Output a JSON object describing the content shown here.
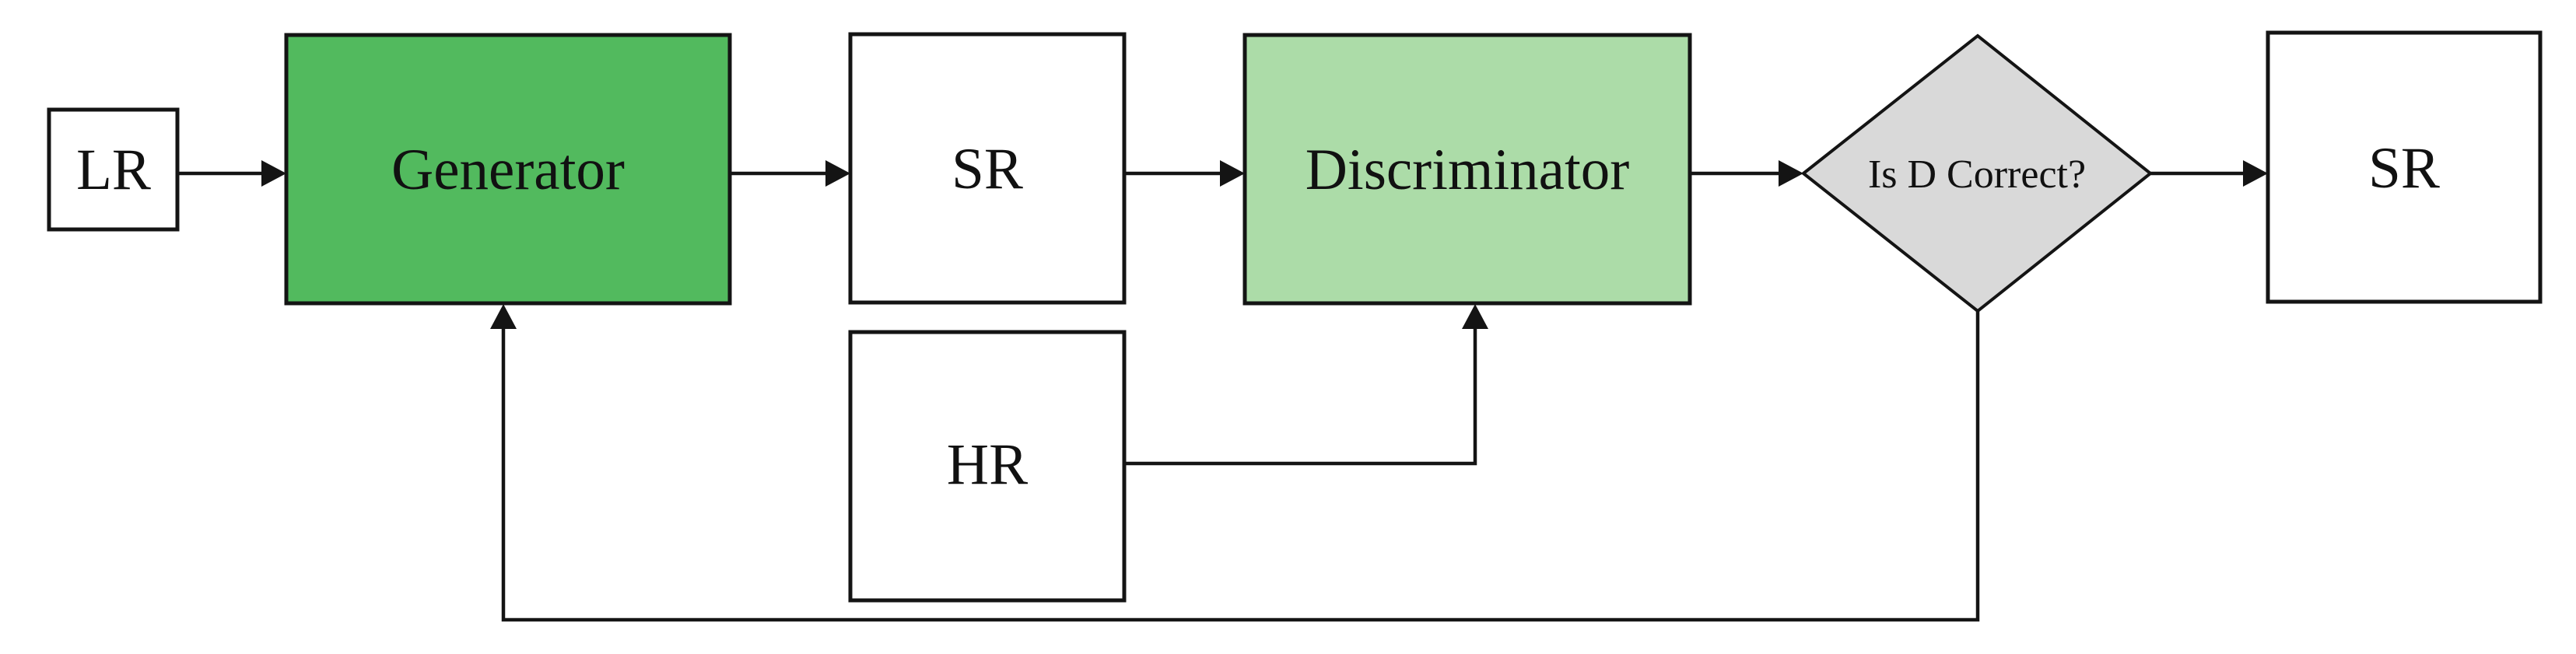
{
  "diagram": {
    "nodes": {
      "lr": {
        "label": "LR"
      },
      "generator": {
        "label": "Generator"
      },
      "sr_generated": {
        "label": "SR"
      },
      "hr": {
        "label": "HR"
      },
      "discriminator": {
        "label": "Discriminator"
      },
      "decision": {
        "label": "Is D Correct?"
      },
      "sr_output": {
        "label": "SR"
      }
    },
    "colors": {
      "generator_fill": "#52BA5E",
      "discriminator_fill": "#ACDCA8",
      "decision_fill": "#D9D9D9",
      "plain_box_fill": "#FFFFFF",
      "stroke": "#141414",
      "background": "#FFFFFF"
    }
  }
}
